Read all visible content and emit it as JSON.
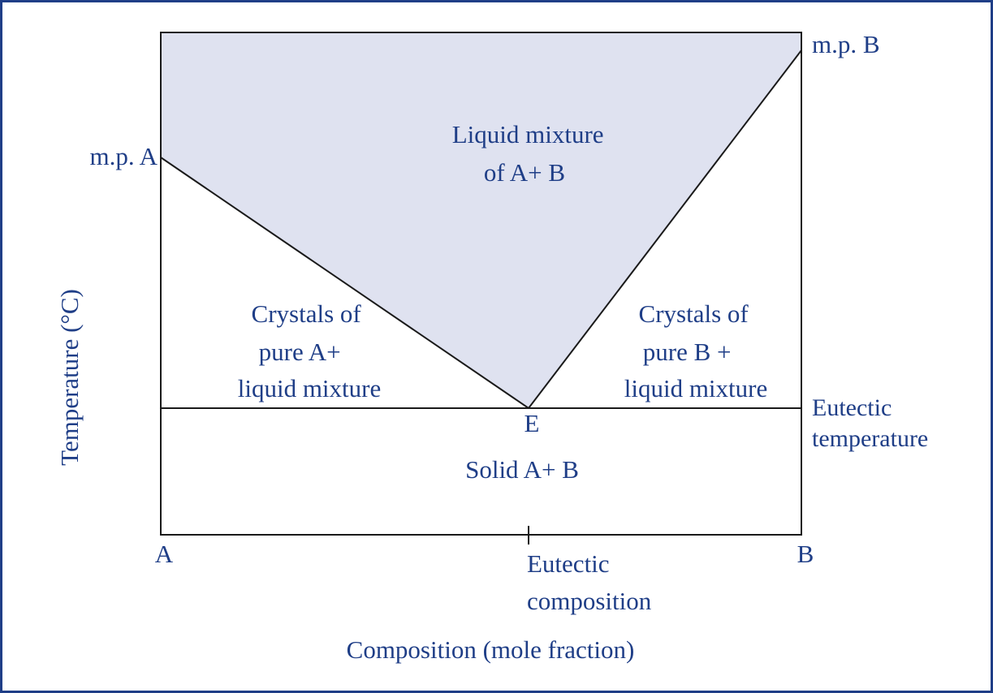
{
  "diagram": {
    "x_axis_label": "Composition (mole fraction)",
    "y_axis_label": "Temperature (°C)",
    "left_label": "A",
    "right_label": "B",
    "mp_a": "m.p. A",
    "mp_b": "m.p. B",
    "eutectic_point": "E",
    "eutectic_temperature": [
      "Eutectic",
      "temperature"
    ],
    "eutectic_composition": [
      "Eutectic",
      "composition"
    ],
    "regions": {
      "liquid": [
        "Liquid mixture",
        "of A+ B"
      ],
      "crystals_a": [
        "Crystals of",
        "pure A+",
        "liquid mixture"
      ],
      "crystals_b": [
        "Crystals of",
        "pure B +",
        "liquid mixture"
      ],
      "solid": "Solid A+ B"
    },
    "colors": {
      "frame": "#1f3e87",
      "text": "#1f3e87",
      "liquid_fill": "#dfe2f0",
      "lines": "#1a1a1a"
    }
  }
}
